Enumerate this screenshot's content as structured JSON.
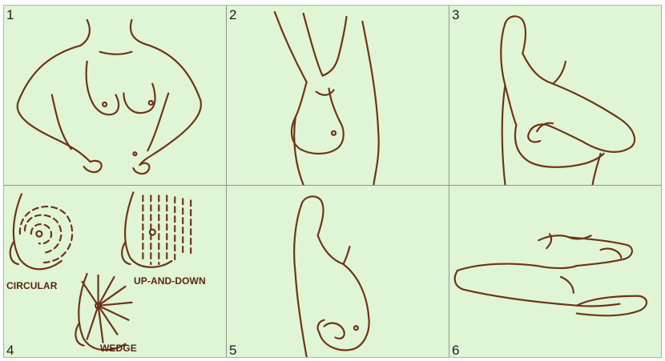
{
  "panels": [
    {
      "number": "1"
    },
    {
      "number": "2"
    },
    {
      "number": "3"
    },
    {
      "number": "4",
      "labels": {
        "circular": "CIRCULAR",
        "up_and_down": "UP-AND-DOWN",
        "wedge": "WEDGE"
      }
    },
    {
      "number": "5"
    },
    {
      "number": "6"
    }
  ],
  "colors": {
    "background": "#dff5d6",
    "line": "#6f3415",
    "grid": "#8f988b"
  }
}
